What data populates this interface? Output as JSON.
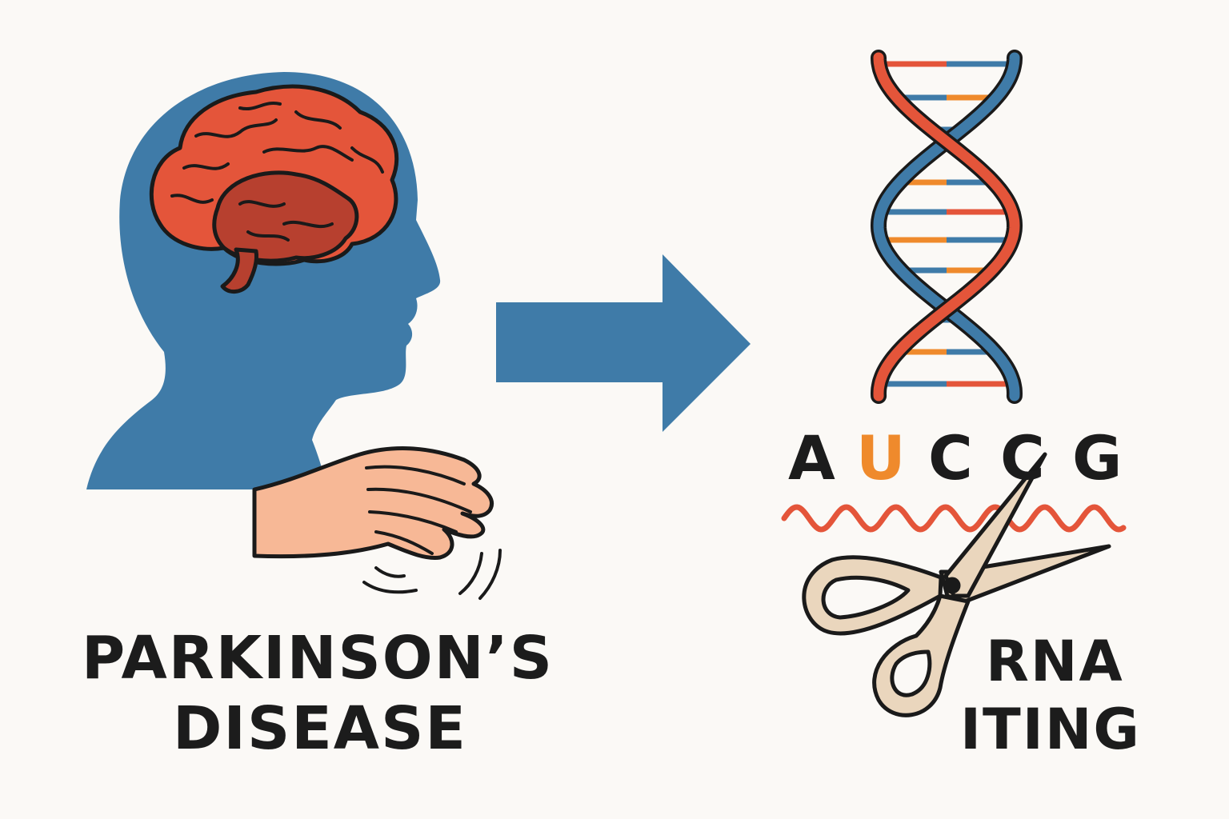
{
  "labels": {
    "left_line1": "PARKINSON’S",
    "left_line2": "DISEASE",
    "right_line1": "RNA",
    "right_line2": "ITING"
  },
  "sequence": [
    {
      "letter": "A",
      "color": "#1c1c1c"
    },
    {
      "letter": "U",
      "color": "#ef8a2c"
    },
    {
      "letter": "C",
      "color": "#1c1c1c"
    },
    {
      "letter": "C",
      "color": "#1c1c1c"
    },
    {
      "letter": "G",
      "color": "#1c1c1c"
    }
  ],
  "icons": [
    "head-icon",
    "brain-icon",
    "tremor-hand-icon",
    "arrow-icon",
    "dna-helix-icon",
    "rna-wave-icon",
    "scissors-icon"
  ],
  "colors": {
    "blue": "#3f7ba8",
    "brain_red": "#e4553a",
    "brain_dark": "#b7402f",
    "orange": "#ef8a2c",
    "skin": "#f7b896",
    "scissor_beige": "#ead6bd",
    "text": "#1c1c1c",
    "background": "#fbf9f6"
  }
}
